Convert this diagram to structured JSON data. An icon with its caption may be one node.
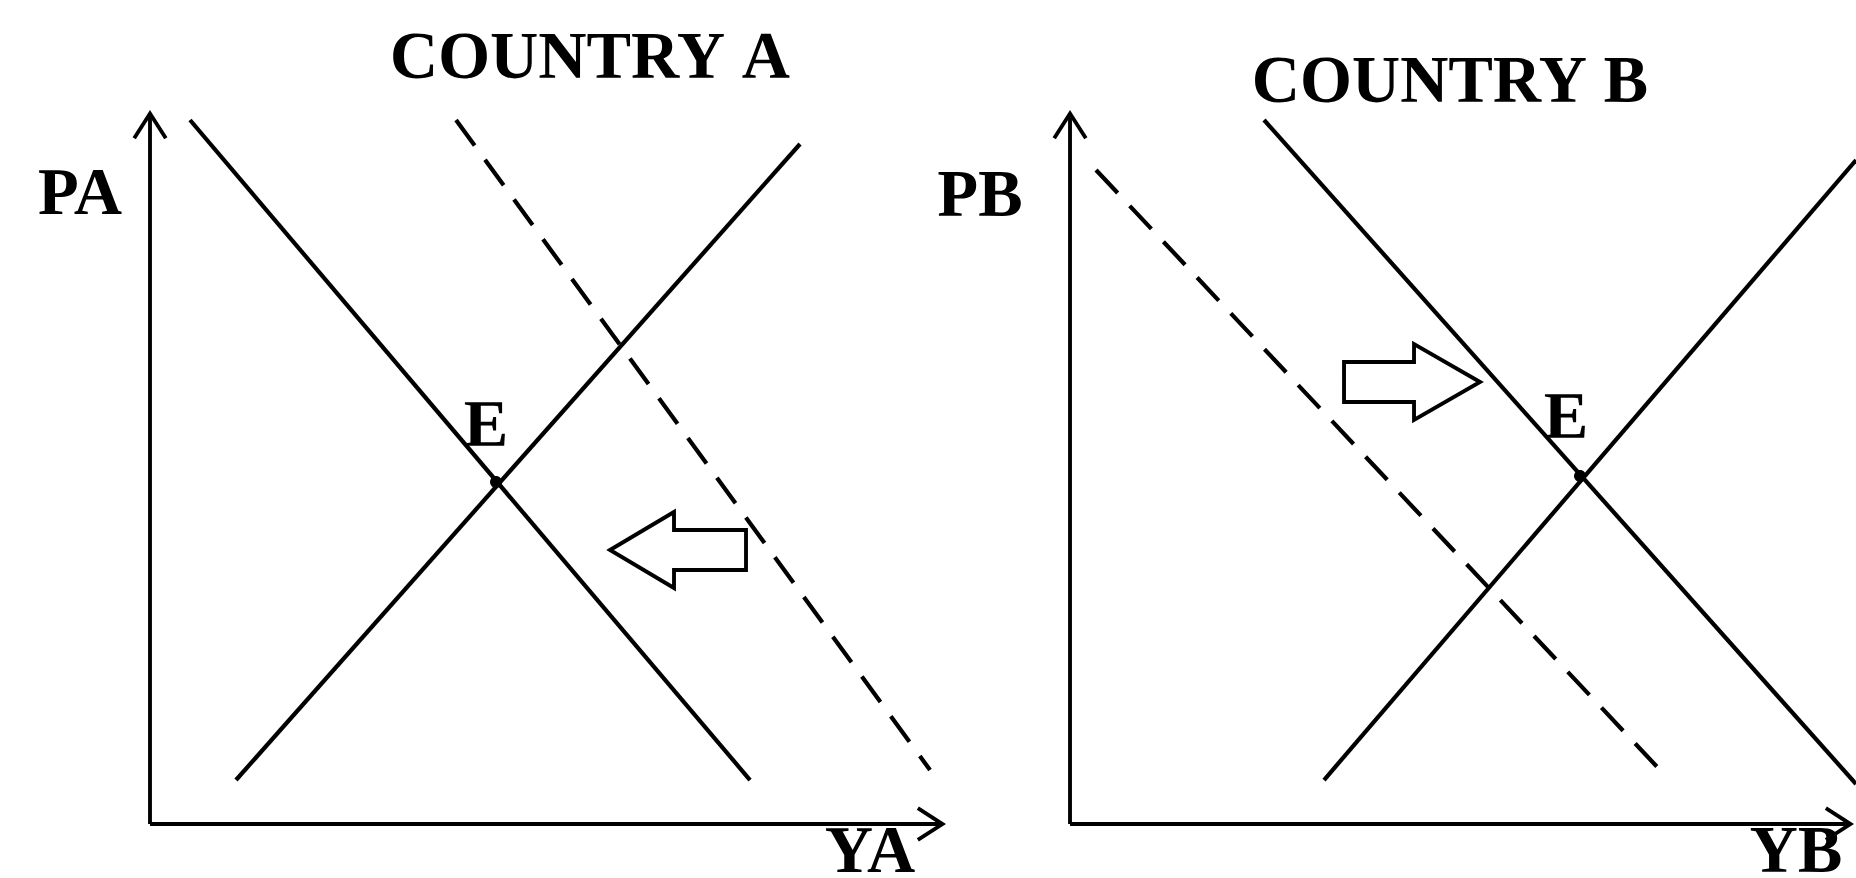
{
  "diagram": {
    "labels": [
      "COUNTRY A",
      "PA",
      "E",
      "YA",
      "COUNTRY B",
      "PB",
      "E",
      "YB"
    ]
  }
}
